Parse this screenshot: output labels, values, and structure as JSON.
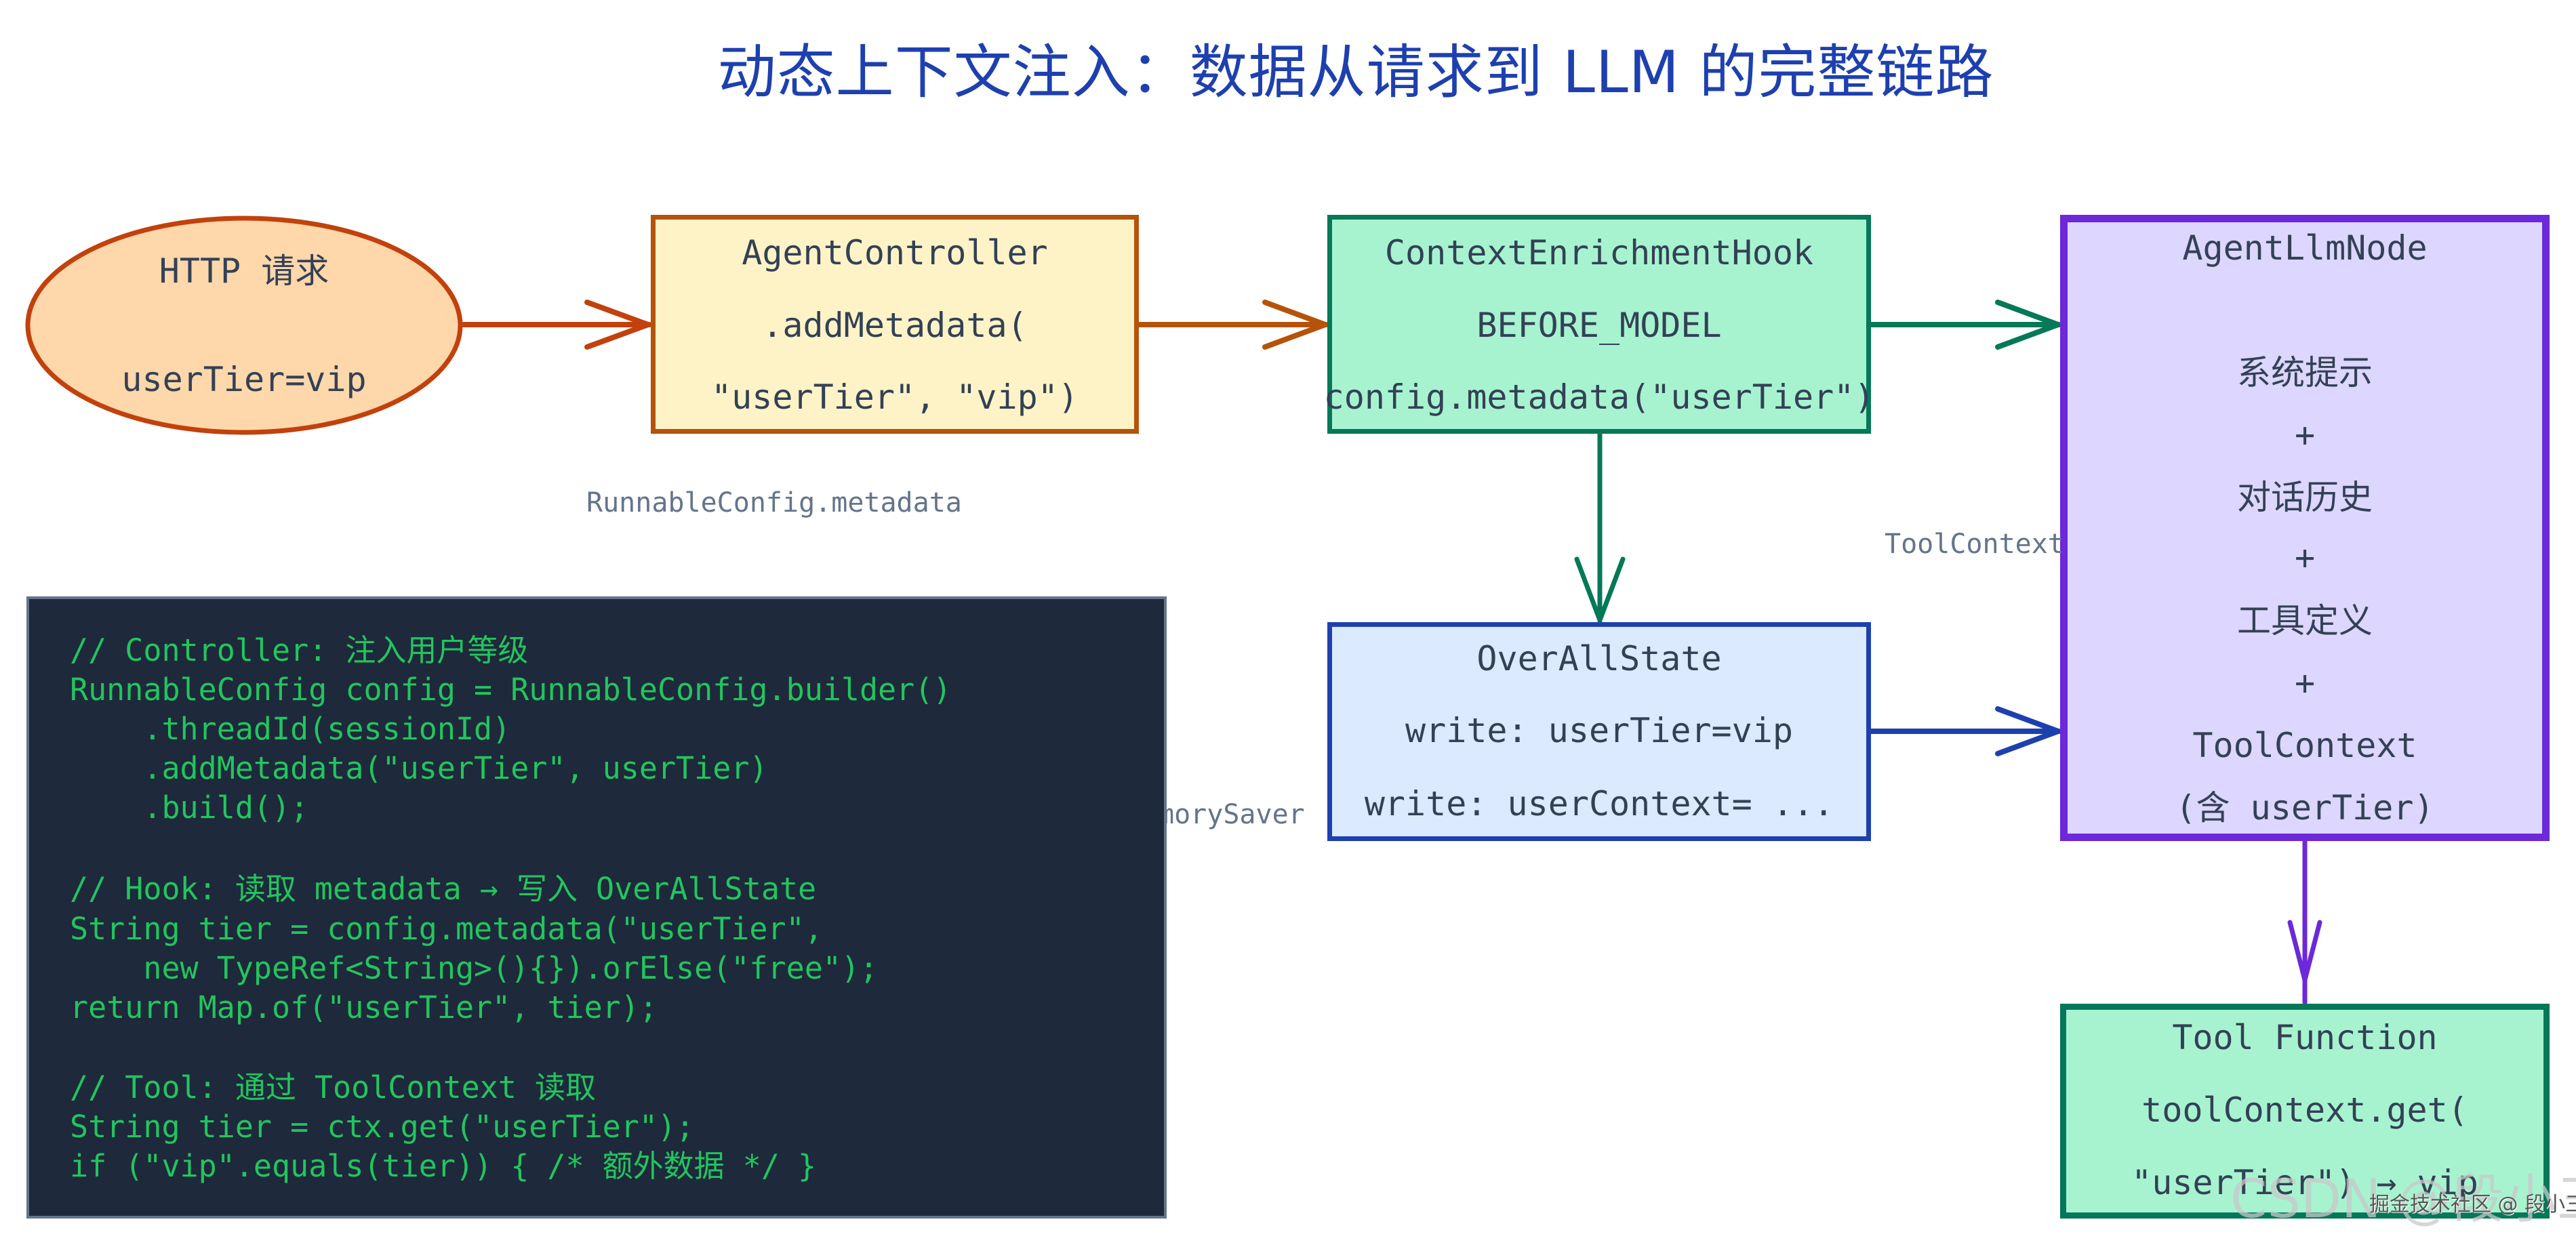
{
  "title": "动态上下文注入：数据从请求到 LLM 的完整链路",
  "colors": {
    "title": "#1e40af",
    "orange_edge": "#c2410c",
    "amber_edge": "#b45309",
    "green_edge": "#047857",
    "blue_edge": "#1e40af",
    "purple_edge": "#6d28d9",
    "code_bg": "#1e293b",
    "code_text": "#22c55e"
  },
  "nodes": {
    "http_request": {
      "lines": [
        "HTTP 请求",
        "userTier=vip"
      ]
    },
    "agent_controller": {
      "lines": [
        "AgentController",
        ".addMetadata(",
        "\"userTier\", \"vip\")"
      ]
    },
    "context_hook": {
      "lines": [
        "ContextEnrichmentHook",
        "BEFORE_MODEL",
        "config.metadata(\"userTier\")"
      ]
    },
    "overall_state": {
      "lines": [
        "OverAllState",
        "write: userTier=vip",
        "write: userContext= ..."
      ]
    },
    "agent_llm_node": {
      "lines": [
        "AgentLlmNode",
        "系统提示",
        "+",
        "对话历史",
        "+",
        "工具定义",
        "+",
        "ToolContext",
        "(含 userTier)"
      ]
    },
    "tool_function": {
      "lines": [
        "Tool Function",
        "toolContext.get(",
        "\"userTier\") → vip"
      ]
    }
  },
  "edge_labels": {
    "runnable_config": "RunnableConfig.metadata",
    "tool_context": "ToolContext",
    "memory_saver": "morySaver"
  },
  "edges": [
    {
      "from": "http_request",
      "to": "agent_controller"
    },
    {
      "from": "agent_controller",
      "to": "context_hook"
    },
    {
      "from": "context_hook",
      "to": "agent_llm_node"
    },
    {
      "from": "context_hook",
      "to": "overall_state"
    },
    {
      "from": "overall_state",
      "to": "agent_llm_node"
    },
    {
      "from": "agent_llm_node",
      "to": "tool_function"
    }
  ],
  "code": {
    "lines": [
      "// Controller: 注入用户等级",
      "RunnableConfig config = RunnableConfig.builder()",
      "    .threadId(sessionId)",
      "    .addMetadata(\"userTier\", userTier)",
      "    .build();",
      "",
      "// Hook: 读取 metadata → 写入 OverAllState",
      "String tier = config.metadata(\"userTier\",",
      "    new TypeRef<String>(){}).orElse(\"free\");",
      "return Map.of(\"userTier\", tier);",
      "",
      "// Tool: 通过 ToolContext 读取",
      "String tier = ctx.get(\"userTier\");",
      "if (\"vip\".equals(tier)) { /* 额外数据 */ }"
    ]
  },
  "watermarks": {
    "csdn": "CSDN @段小三",
    "juejin": "掘金技术社区 @ 段小三"
  }
}
